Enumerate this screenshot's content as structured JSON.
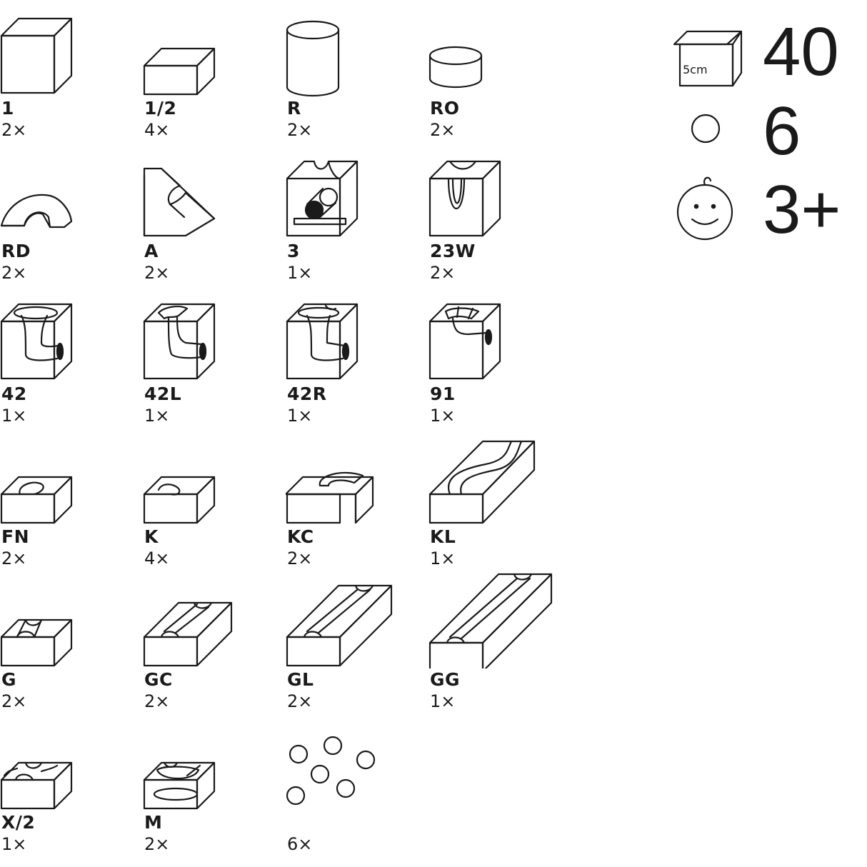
{
  "pieces": [
    {
      "code": "1",
      "qty": "2×",
      "shape": "cube"
    },
    {
      "code": "1/2",
      "qty": "4×",
      "shape": "half"
    },
    {
      "code": "R",
      "qty": "2×",
      "shape": "cylinder"
    },
    {
      "code": "RO",
      "qty": "2×",
      "shape": "disc"
    },
    {
      "code": "RD",
      "qty": "2×",
      "shape": "arch"
    },
    {
      "code": "A",
      "qty": "2×",
      "shape": "ramp"
    },
    {
      "code": "3",
      "qty": "1×",
      "shape": "cube-3"
    },
    {
      "code": "23W",
      "qty": "2×",
      "shape": "cube-23w"
    },
    {
      "code": "42",
      "qty": "1×",
      "shape": "funnel"
    },
    {
      "code": "42L",
      "qty": "1×",
      "shape": "funnel-l"
    },
    {
      "code": "42R",
      "qty": "1×",
      "shape": "funnel-r"
    },
    {
      "code": "91",
      "qty": "1×",
      "shape": "cube-91"
    },
    {
      "code": "FN",
      "qty": "2×",
      "shape": "slab-fn"
    },
    {
      "code": "K",
      "qty": "4×",
      "shape": "slab-k"
    },
    {
      "code": "KC",
      "qty": "2×",
      "shape": "slab-kc"
    },
    {
      "code": "KL",
      "qty": "1×",
      "shape": "slab-kl"
    },
    {
      "code": "G",
      "qty": "2×",
      "shape": "groove-1"
    },
    {
      "code": "GC",
      "qty": "2×",
      "shape": "groove-2"
    },
    {
      "code": "GL",
      "qty": "2×",
      "shape": "groove-3"
    },
    {
      "code": "GG",
      "qty": "1×",
      "shape": "groove-4"
    },
    {
      "code": "X/2",
      "qty": "1×",
      "shape": "cross"
    },
    {
      "code": "M",
      "qty": "2×",
      "shape": "mill"
    },
    {
      "code": "",
      "qty": "6×",
      "shape": "marbles"
    }
  ],
  "summary": {
    "block_count": "40",
    "block_size": "5cm",
    "marble_count": "6",
    "age": "3+"
  }
}
